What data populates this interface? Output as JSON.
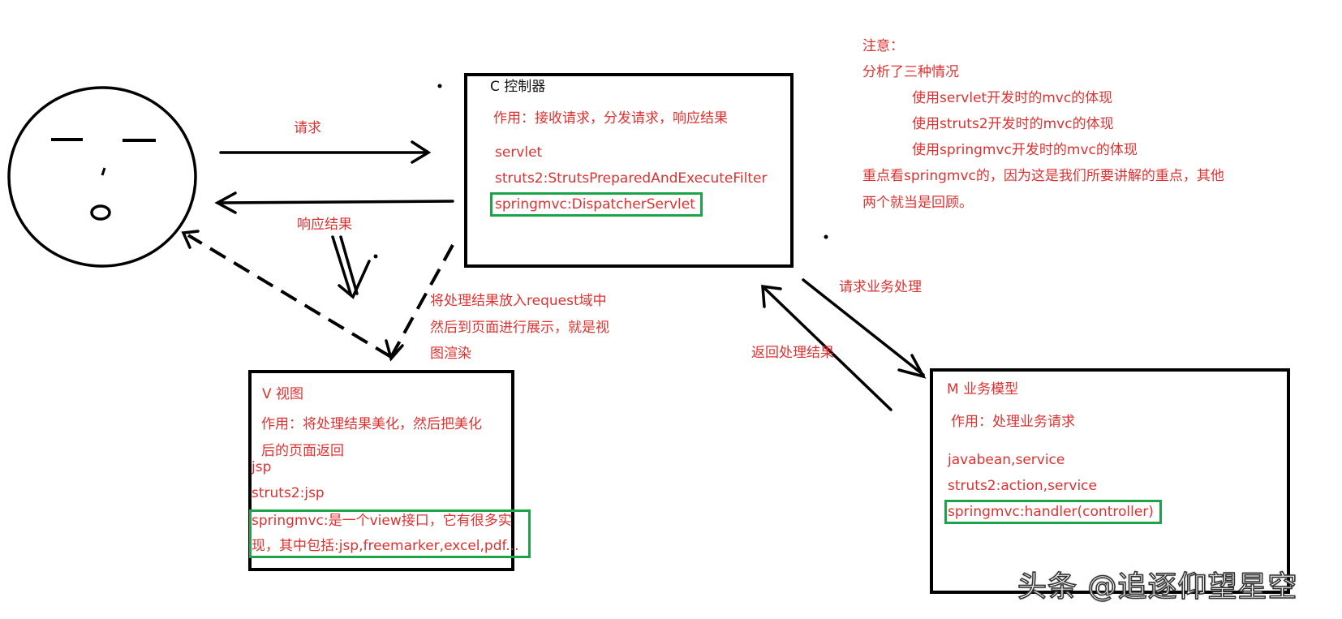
{
  "colors": {
    "text_red": "#e03131",
    "highlight_green": "#1fa34a",
    "stroke": "#000000"
  },
  "controller": {
    "title": "C 控制器",
    "role": "作用：接收请求，分发请求，响应结果",
    "items": [
      "servlet",
      "struts2:StrutsPreparedAndExecuteFilter",
      "springmvc:DispatcherServlet"
    ]
  },
  "view": {
    "title": "V 视图",
    "role_line1": "作用：将处理结果美化，然后把美化",
    "role_line2": "后的页面返回",
    "items": [
      "jsp",
      "struts2:jsp",
      "springmvc:是一个view接口，它有很多实",
      "现，其中包括:jsp,freemarker,excel,pdf..."
    ]
  },
  "model": {
    "title": "M 业务模型",
    "role": "作用：处理业务请求",
    "items": [
      "javabean,service",
      "struts2:action,service",
      "springmvc:handler(controller)"
    ]
  },
  "arrows": {
    "request": "请求",
    "response": "响应结果",
    "render_note": [
      "将处理结果放入request域中",
      "然后到页面进行展示，就是视",
      "图渲染"
    ],
    "business_request": "请求业务处理",
    "business_return": "返回处理结果"
  },
  "note": {
    "title": "注意：",
    "line1": "分析了三种情况",
    "cases": [
      "使用servlet开发时的mvc的体现",
      "使用struts2开发时的mvc的体现",
      "使用springmvc开发时的mvc的体现"
    ],
    "focus_line1": "重点看springmvc的，因为这是我们所要讲解的重点，其他",
    "focus_line2": "两个就当是回顾。"
  },
  "watermark": "头条 @追逐仰望星空"
}
